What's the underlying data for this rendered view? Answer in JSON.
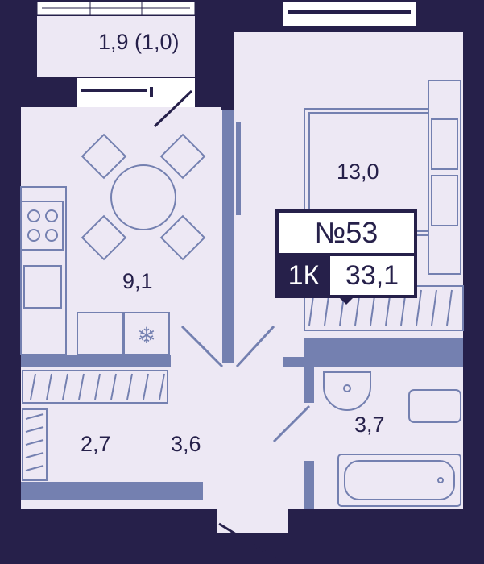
{
  "colors": {
    "wall": "#26204a",
    "floor": "#ede8f4",
    "fixture": "#7480b0",
    "white": "#ffffff"
  },
  "rooms": {
    "balcony": "1,9 (1,0)",
    "kitchen": "9,1",
    "bedroom": "13,0",
    "storage": "2,7",
    "hallway": "3,6",
    "bathroom": "3,7"
  },
  "apartment": {
    "number": "№53",
    "type": "1К",
    "total_area": "33,1"
  }
}
